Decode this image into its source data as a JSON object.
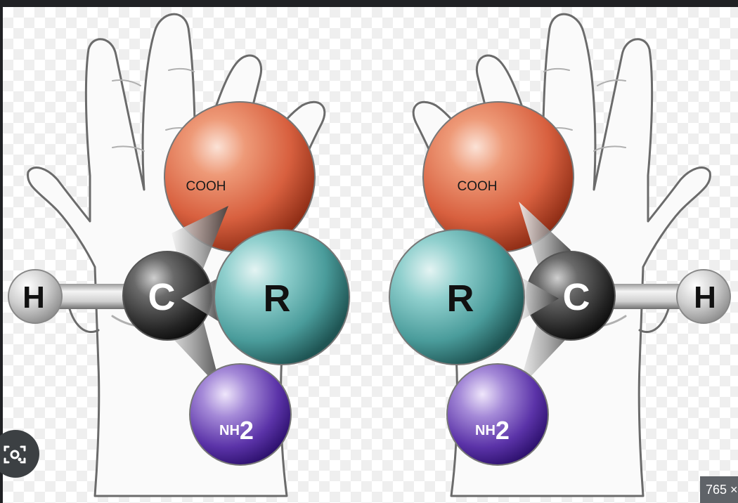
{
  "molecules": [
    {
      "side": "left",
      "top": "COOH",
      "center": "C",
      "side_group": "R",
      "bottom_base": "NH",
      "bottom_sub": "2",
      "hydrogen": "H"
    },
    {
      "side": "right",
      "top": "COOH",
      "center": "C",
      "side_group": "R",
      "bottom_base": "NH",
      "bottom_sub": "2",
      "hydrogen": "H"
    }
  ],
  "overlay": {
    "size_label": "765 ×",
    "lens_icon": "camera-lens-icon"
  },
  "colors": {
    "cooh": "#d8603f",
    "r_group": "#4a9c9b",
    "nh2": "#5b33a8",
    "carbon": "#2b2b2b",
    "hydrogen": "#bdbdbd",
    "hand_outline": "#6b6b6b"
  }
}
